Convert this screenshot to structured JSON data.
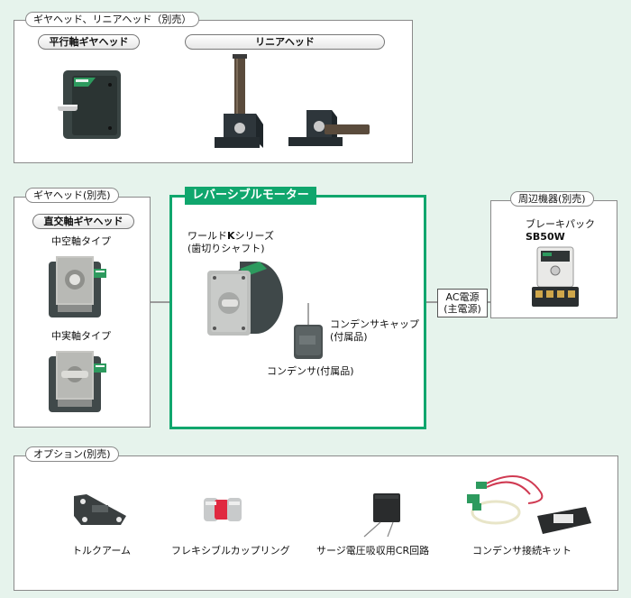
{
  "gearhead_linear": {
    "tab": "ギヤヘッド、リニアヘッド（別売）",
    "parallel_pill": "平行軸ギヤヘッド",
    "linear_pill": "リニアヘッド"
  },
  "gearhead_left": {
    "tab": "ギヤヘッド(別売)",
    "pill": "直交軸ギヤヘッド",
    "hollow": "中空軸タイプ",
    "solid": "中実軸タイプ"
  },
  "reversible": {
    "tab": "レバーシブルモーター",
    "motor_line1": "ワールド",
    "motor_k": "K",
    "motor_line1b": "シリーズ",
    "motor_line2": "(歯切りシャフト)",
    "cap_cap_line1": "コンデンサキャップ",
    "cap_cap_line2": "(付属品)",
    "capacitor": "コンデンサ(付属品)"
  },
  "ac_power": {
    "line1": "AC電源",
    "line2": "(主電源)"
  },
  "peripheral": {
    "tab": "周辺機器(別売)",
    "label1": "ブレーキパック",
    "label2": "SB50W"
  },
  "options": {
    "tab": "オプション(別売)",
    "items": [
      "トルクアーム",
      "フレキシブルカップリング",
      "サージ電圧吸収用CR回路",
      "コンデンサ接続キット"
    ]
  },
  "colors": {
    "accent": "#10a66d",
    "background": "#e6f3ec"
  }
}
